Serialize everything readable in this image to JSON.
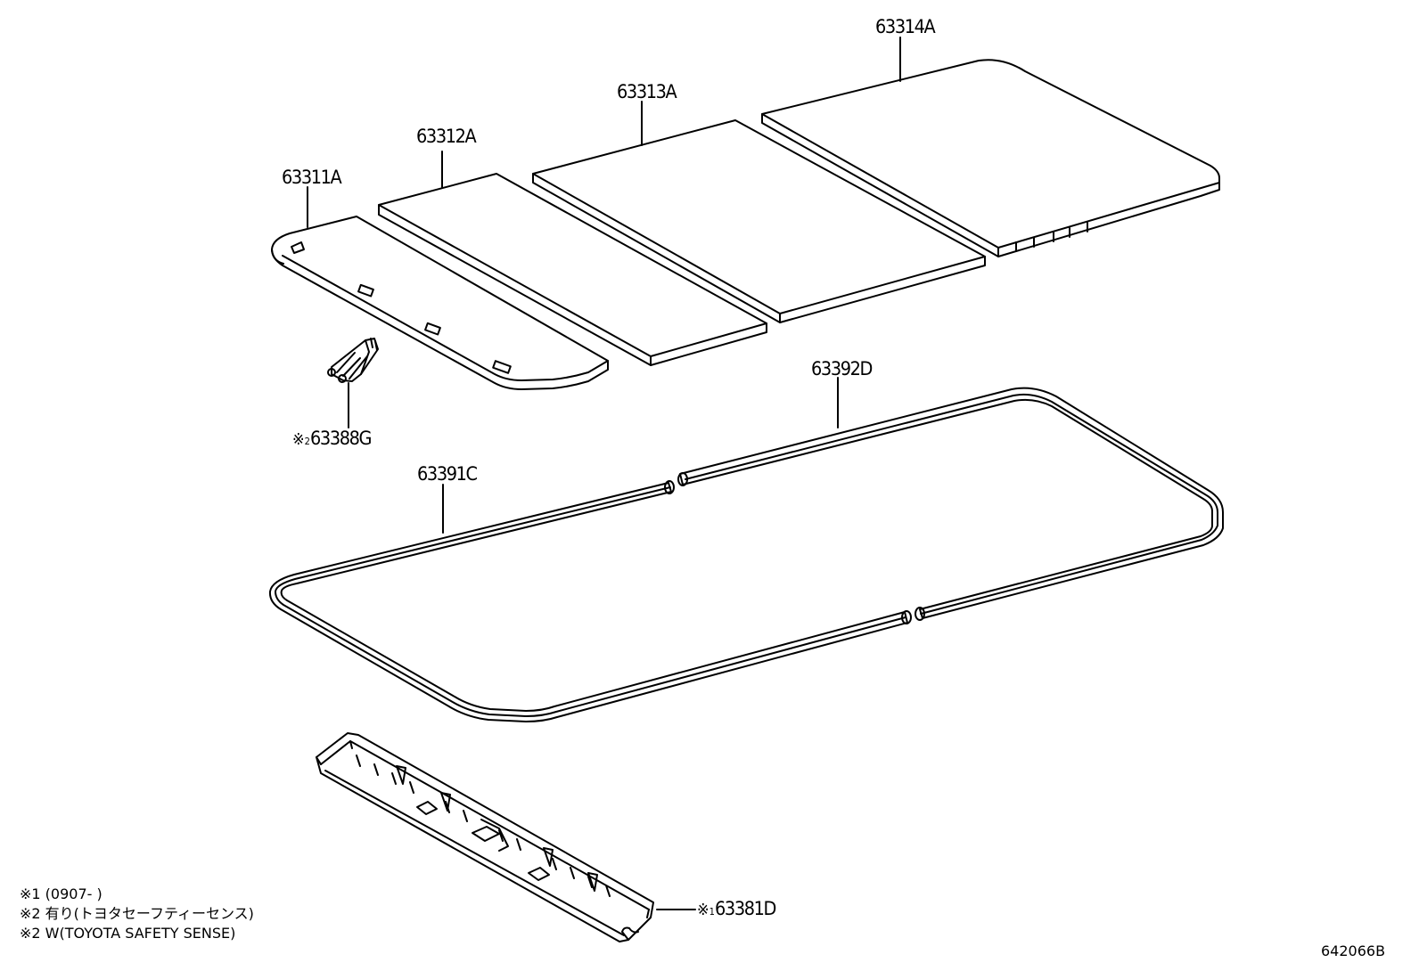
{
  "parts": {
    "p63314A": "63314A",
    "p63313A": "63313A",
    "p63312A": "63312A",
    "p63311A": "63311A",
    "p63388G": "63388G",
    "p63388G_mark": "※",
    "p63388G_note": "2",
    "p63392D": "63392D",
    "p63391C": "63391C",
    "p63381D": "63381D",
    "p63381D_mark": "※",
    "p63381D_note": "1"
  },
  "notes": {
    "n1": "※1 (0907-       )",
    "n2": "※2 有り(トヨタセーフティーセンス)",
    "n3": "※2 W(TOYOTA SAFETY SENSE)"
  },
  "reference": "642066B"
}
